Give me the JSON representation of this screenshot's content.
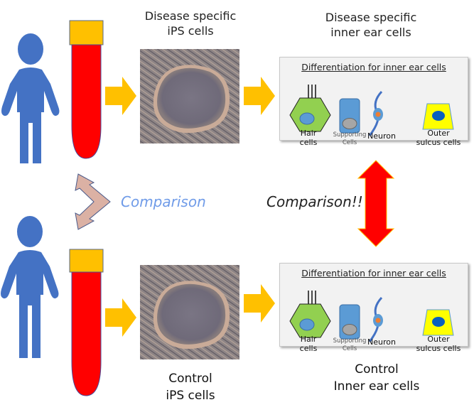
{
  "top_row": {
    "ips_caption_line1": "Disease specific",
    "ips_caption_line2": "iPS cells",
    "ear_caption_line1": "Disease specific",
    "ear_caption_line2": "inner ear cells"
  },
  "bottom_row": {
    "ips_caption_line1": "Control",
    "ips_caption_line2": "iPS cells",
    "ear_caption_line1": "Control",
    "ear_caption_line2": "Inner ear cells"
  },
  "panel": {
    "title": "Differentiation for inner ear cells",
    "cells": [
      {
        "line1": "Hair",
        "line2": "cells"
      },
      {
        "line1": "Supporting",
        "line2": "Cells"
      },
      {
        "line1": "Neuron",
        "line2": ""
      },
      {
        "line1": "Outer",
        "line2": "sulcus cells"
      }
    ]
  },
  "comparison_left": "Comparison",
  "comparison_right": "Comparison!!",
  "colors": {
    "person": "#4472c4",
    "tube_body": "#ff0000",
    "tube_cap": "#ffc000",
    "flow_arrow": "#ffc000",
    "comparison_arrow_left": "#dbb1a4",
    "comparison_arrow_right": "#ff0000",
    "comparison_left_text": "#6f9be8",
    "hair_cell": "#92d050",
    "supporting_cell": "#5b9bd5",
    "outer_sulcus_cell": "#ffff00"
  }
}
